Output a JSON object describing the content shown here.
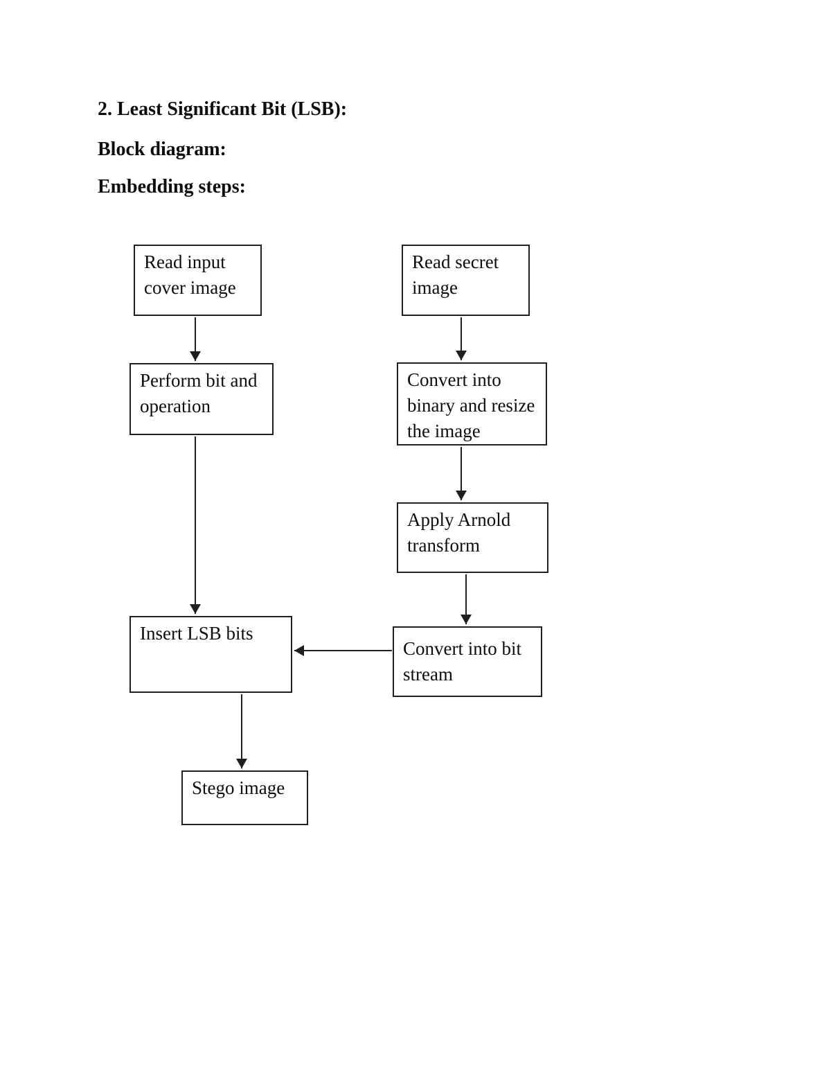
{
  "document": {
    "headings": {
      "title": "2. Least Significant Bit (LSB):",
      "block_diagram": "Block diagram:",
      "embedding_steps": "Embedding steps:"
    }
  },
  "diagram": {
    "nodes": [
      {
        "id": "read-input-cover-image",
        "label": "Read input\ncover image"
      },
      {
        "id": "read-secret-image",
        "label": "Read secret\nimage"
      },
      {
        "id": "perform-bit-and-operation",
        "label": "Perform bit and\noperation"
      },
      {
        "id": "convert-into-binary-and-resize",
        "label": "Convert into\nbinary and resize\nthe image"
      },
      {
        "id": "apply-arnold-transform",
        "label": "Apply Arnold\ntransform"
      },
      {
        "id": "insert-lsb-bits",
        "label": "Insert LSB bits"
      },
      {
        "id": "convert-into-bit-stream",
        "label": "Convert into bit\nstream"
      },
      {
        "id": "stego-image",
        "label": "Stego image"
      }
    ],
    "edges": [
      {
        "from": "read-input-cover-image",
        "to": "perform-bit-and-operation"
      },
      {
        "from": "read-secret-image",
        "to": "convert-into-binary-and-resize"
      },
      {
        "from": "convert-into-binary-and-resize",
        "to": "apply-arnold-transform"
      },
      {
        "from": "apply-arnold-transform",
        "to": "convert-into-bit-stream"
      },
      {
        "from": "perform-bit-and-operation",
        "to": "insert-lsb-bits"
      },
      {
        "from": "convert-into-bit-stream",
        "to": "insert-lsb-bits"
      },
      {
        "from": "insert-lsb-bits",
        "to": "stego-image"
      }
    ],
    "colors": {
      "line": "#1f1f1f",
      "box_border": "#1f1f1f",
      "text": "#0d0d0d",
      "background": "#ffffff"
    }
  }
}
